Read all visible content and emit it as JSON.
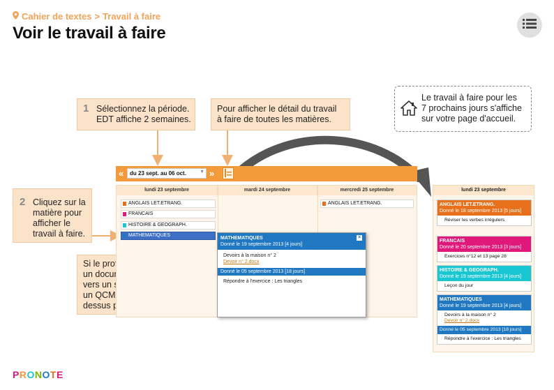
{
  "header": {
    "breadcrumb_1": "Cahier de textes",
    "breadcrumb_sep": ">",
    "breadcrumb_2": "Travail à faire",
    "title": "Voir le travail à faire"
  },
  "callouts": {
    "step1_num": "1",
    "step1_line1": "Sélectionnez la période.",
    "step1_line2": "EDT affiche 2 semaines.",
    "detail_line1": "Pour afficher le détail du travail",
    "detail_line2": "à faire de toutes les matières.",
    "home_line1": "Le travail à faire pour les",
    "home_line2": "7 prochains jours s'affiche",
    "home_line3": "sur votre page d'accueil.",
    "step2_num": "2",
    "step2_line1": "Cliquez sur la",
    "step2_line2": "matière pour",
    "step2_line3": "afficher le",
    "step2_line4": "travail à faire.",
    "doc_line1": "Si le professeur a joint",
    "doc_line2": "un document, un lien",
    "doc_line3": "vers un site internet ou",
    "doc_line4": "un QCM en ligne, cliquez",
    "doc_line5": "dessus pour y accéder."
  },
  "toolbar": {
    "prev": "«",
    "next": "»",
    "period_value": "du 23 sept. au 06 oct."
  },
  "agenda": {
    "days": [
      "lundi 23 septembre",
      "mardi 24 septembre",
      "mercredi 25 septembre"
    ],
    "monday_subjects": [
      "ANGLAIS LET.ETRANG.",
      "FRANCAIS",
      "HISTOIRE & GEOGRAPH.",
      "MATHEMATIQUES"
    ],
    "wednesday_subjects": [
      "ANGLAIS LET.ETRANG."
    ]
  },
  "popup": {
    "subject": "MATHEMATIQUES",
    "given1": "Donné le 19 septembre 2013 [4 jours]",
    "task1": "Devoirs à la maison n° 2",
    "link1": "Devoir n° 2.docx",
    "given2": "Donné le 05 septembre 2013 [18 jours]",
    "task2": "Répondre à l'exercice : Les triangles",
    "close": "×"
  },
  "right_panel": {
    "day": "lundi 23 septembre",
    "blocks": [
      {
        "subject": "ANGLAIS LET.ETRANG.",
        "given": "Donné le 18 septembre 2013 [5 jours]",
        "task": "Réviser les verbes irrégulers",
        "color": "#e8701a"
      },
      {
        "subject": "FRANCAIS",
        "given": "Donné le 20 septembre 2013 [3 jours]",
        "task": "Exercices n°12 et 13 page 28",
        "color": "#e0187a"
      },
      {
        "subject": "HISTOIRE & GEOGRAPH.",
        "given": "Donné le 19 septembre 2013 [4 jours]",
        "task": "Leçon du jour",
        "color": "#19c6d1"
      },
      {
        "subject": "MATHEMATIQUES",
        "given": "Donné le 19 septembre 2013 [4 jours]",
        "task": "Devoirs à la maison n° 2",
        "link": "Devoir n° 2.docx",
        "given2": "Donné le 05 septembre 2013 [18 jours]",
        "task2": "Répondre à l'exercice : Les triangles",
        "color": "#1f78c1"
      }
    ]
  },
  "logo": "PRONOTE",
  "colors": {
    "orange": "#f39a3a",
    "callout_bg": "#fbe3c9",
    "anglais": "#e8701a",
    "francais": "#e0187a",
    "histoire": "#19c6d1",
    "maths": "#1f78c1"
  }
}
